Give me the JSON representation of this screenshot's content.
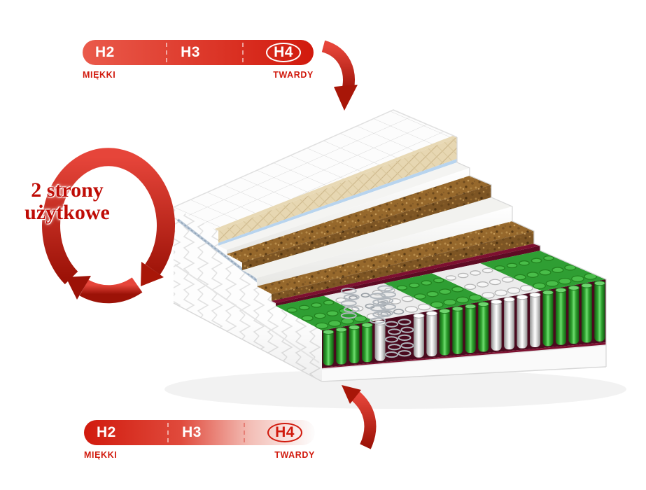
{
  "scale_top": {
    "levels": [
      {
        "label": "H2",
        "circled": false
      },
      {
        "label": "H3",
        "circled": false
      },
      {
        "label": "H4",
        "circled": true
      }
    ],
    "left_caption": "MIĘKKI",
    "right_caption": "TWARDY"
  },
  "scale_bottom": {
    "levels": [
      {
        "label": "H2",
        "circled": false
      },
      {
        "label": "H3",
        "circled": false
      },
      {
        "label": "H4",
        "circled": true
      }
    ],
    "left_caption": "MIĘKKI",
    "right_caption": "TWARDY"
  },
  "rotate_label": {
    "line1": "2 strony",
    "line2": "użytkowe"
  },
  "colors": {
    "accent_red": "#d11a0d",
    "dark_red": "#a81608",
    "label_red": "#bf0c06",
    "coir_brown": "#96682c",
    "spring_green": "#2f9e33",
    "pocket_fabric_maroon": "#7d1030"
  },
  "illustration": {
    "type": "mattress-cutaway",
    "layers": [
      "quilted-cover",
      "thin-foam",
      "coconut-coir",
      "foam",
      "coconut-coir",
      "pocket-springs",
      "foam-base"
    ]
  }
}
